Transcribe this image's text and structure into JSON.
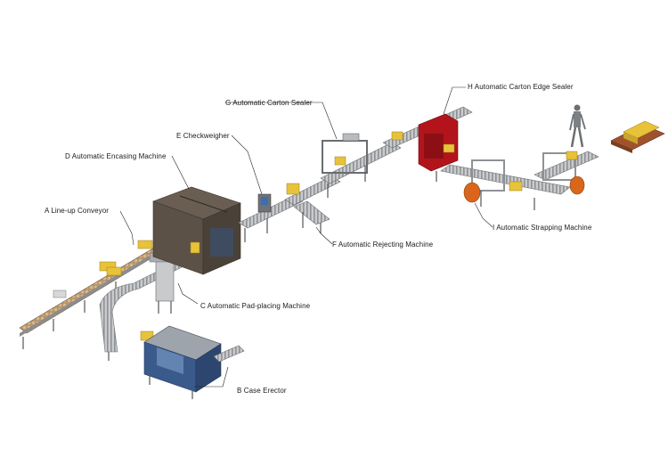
{
  "labels": {
    "a": "A Line-up Conveyor",
    "b": "B Case Erector",
    "c": "C Automatic Pad-placing Machine",
    "d": "D Automatic Encasing Machine",
    "e": "E Checkweigher",
    "f": "F Automatic Rejecting Machine",
    "g": "G Automatic Carton Sealer",
    "h": "H Automatic Carton Edge  Sealer",
    "i": "I Automatic Strapping Machine"
  },
  "colors": {
    "frame": "#5a5a5a",
    "steel": "#b9bcbe",
    "roller": "#9c9fa2",
    "carton": "#e8c33a",
    "encaser": "#5c5147",
    "sealer_red": "#b3141b",
    "erector_blue": "#3a5a8c",
    "strap_orange": "#d9661a",
    "pallet": "#a0522d"
  }
}
